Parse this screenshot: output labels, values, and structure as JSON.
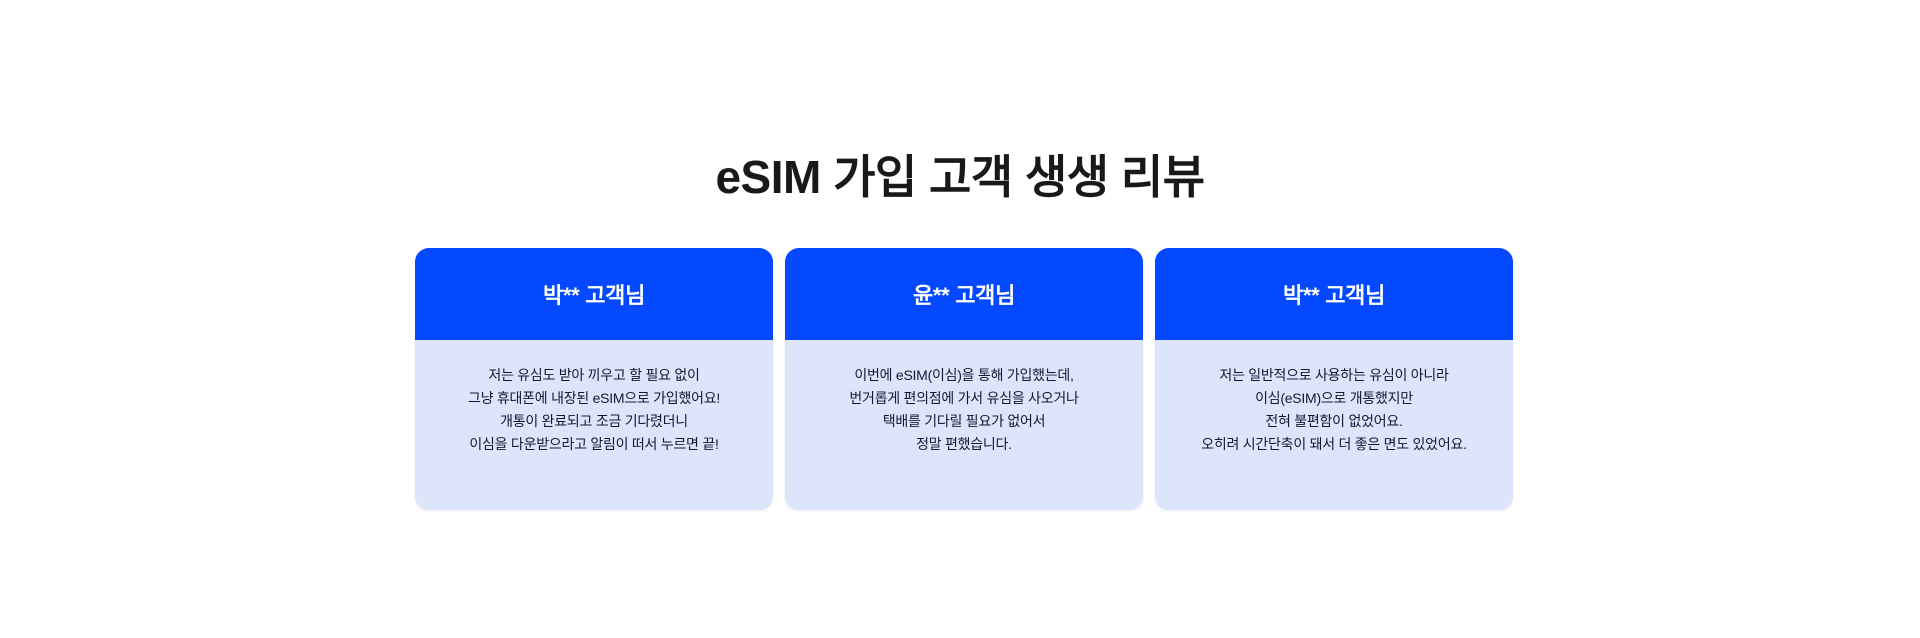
{
  "page": {
    "background_color": "#ffffff",
    "title": "eSIM 가입 고객 생생 리뷰"
  },
  "theme": {
    "accent_blue": "#0449ff",
    "card_body_blue": "#dde5fa",
    "title_color": "#191919",
    "body_text_color": "#101a33",
    "header_text_color": "#ffffff"
  },
  "reviews": [
    {
      "name": "박** 고객님",
      "lines": [
        "저는 유심도 받아 끼우고 할 필요 없이",
        "그냥 휴대폰에 내장된 eSIM으로 가입했어요!",
        "개통이 완료되고 조금 기다렸더니",
        "이심을 다운받으라고 알림이 떠서 누르면 끝!"
      ]
    },
    {
      "name": "윤** 고객님",
      "lines": [
        "이번에 eSIM(이심)을 통해 가입했는데,",
        "번거롭게 편의점에 가서 유심을 사오거나",
        "택배를 기다릴 필요가 없어서",
        "정말 편했습니다."
      ]
    },
    {
      "name": "박** 고객님",
      "lines": [
        "저는 일반적으로 사용하는 유심이 아니라",
        "이심(eSIM)으로 개통했지만",
        "전혀 불편함이 없었어요.",
        "오히려 시간단축이 돼서 더 좋은 면도 있었어요."
      ]
    }
  ]
}
